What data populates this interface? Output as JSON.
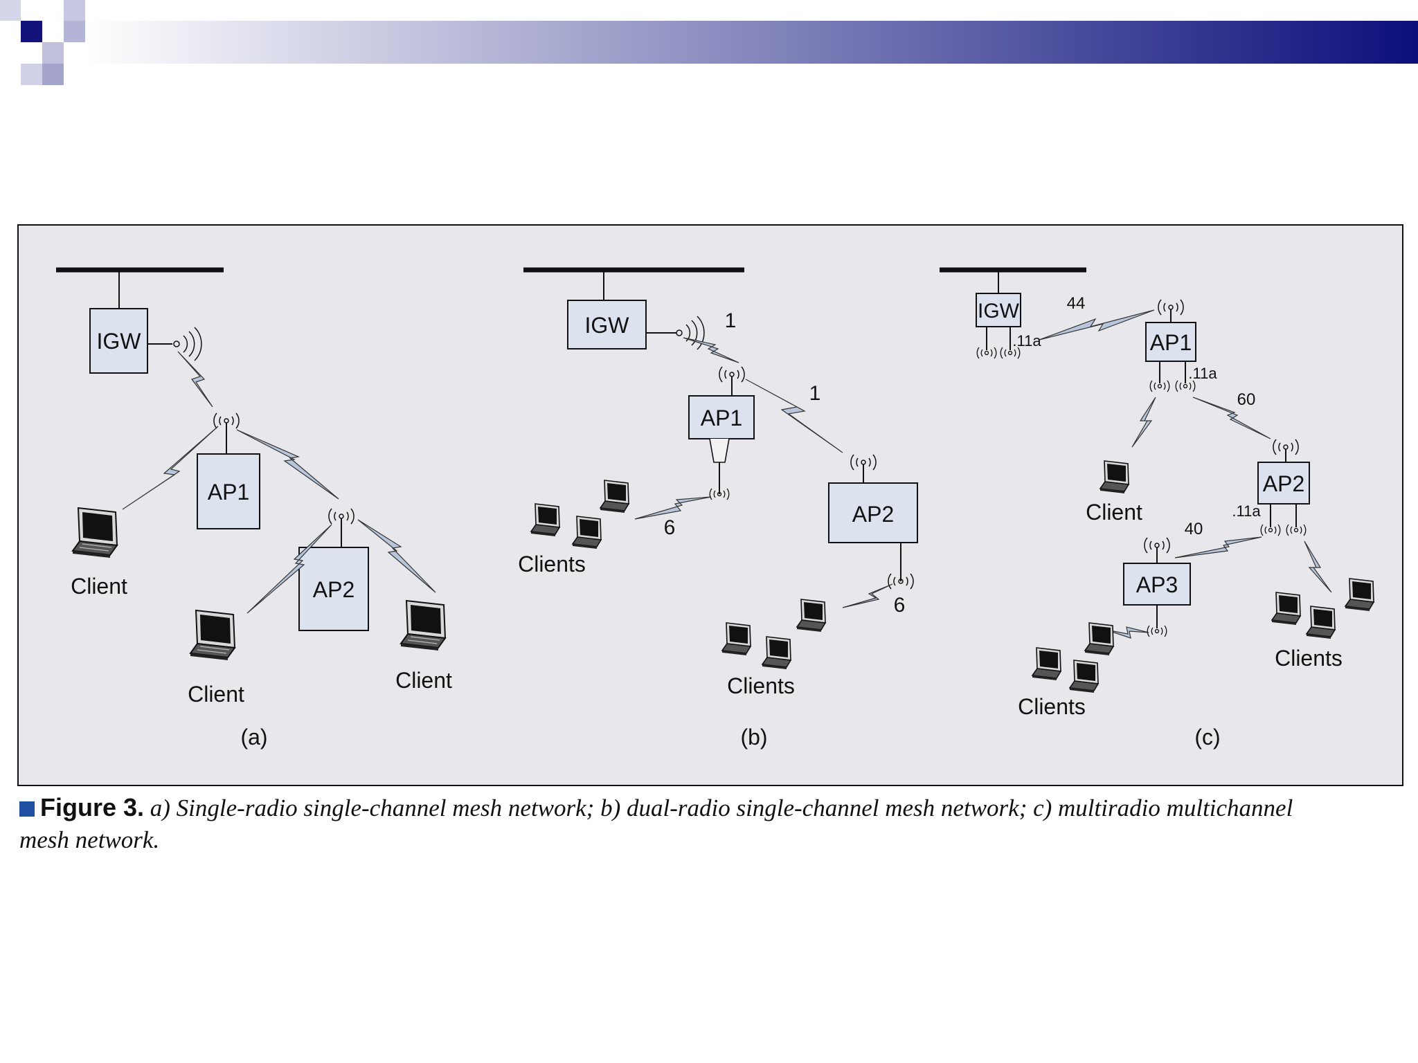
{
  "colors": {
    "header_start": "#ffffff",
    "header_end": "#0b0f7a",
    "panel_background": "#e8e8ec",
    "box_fill": "#dde2ef",
    "link_fill": "#b8c6dc",
    "caption_square": "#1f4fa0"
  },
  "figure": {
    "caption_label": "Figure 3.",
    "caption_text": "a) Single-radio single-channel mesh network; b) dual-radio single-channel mesh network; c) multiradio multichannel mesh network."
  },
  "panels": {
    "a": {
      "sublabel": "(a)",
      "igw": "IGW",
      "ap1": "AP1",
      "ap2": "AP2",
      "client_left": "Client",
      "client_mid": "Client",
      "client_right": "Client"
    },
    "b": {
      "sublabel": "(b)",
      "igw": "IGW",
      "ap1": "AP1",
      "ap2": "AP2",
      "channel_igw_ap1": "1",
      "channel_ap1_ap2": "1",
      "channel_ap1_clients": "6",
      "channel_ap2_clients": "6",
      "clients_left": "Clients",
      "clients_right": "Clients"
    },
    "c": {
      "sublabel": "(c)",
      "igw": "IGW",
      "ap1": "AP1",
      "ap2": "AP2",
      "ap3": "AP3",
      "channel_igw_ap1": "44",
      "channel_ap1_ap2": "60",
      "channel_ap2_ap3": "40",
      "radio_igw": ".11a",
      "radio_ap1": ".11a",
      "radio_ap2": ".11a",
      "client_ap1": "Client",
      "clients_ap3": "Clients",
      "clients_ap2": "Clients"
    }
  }
}
